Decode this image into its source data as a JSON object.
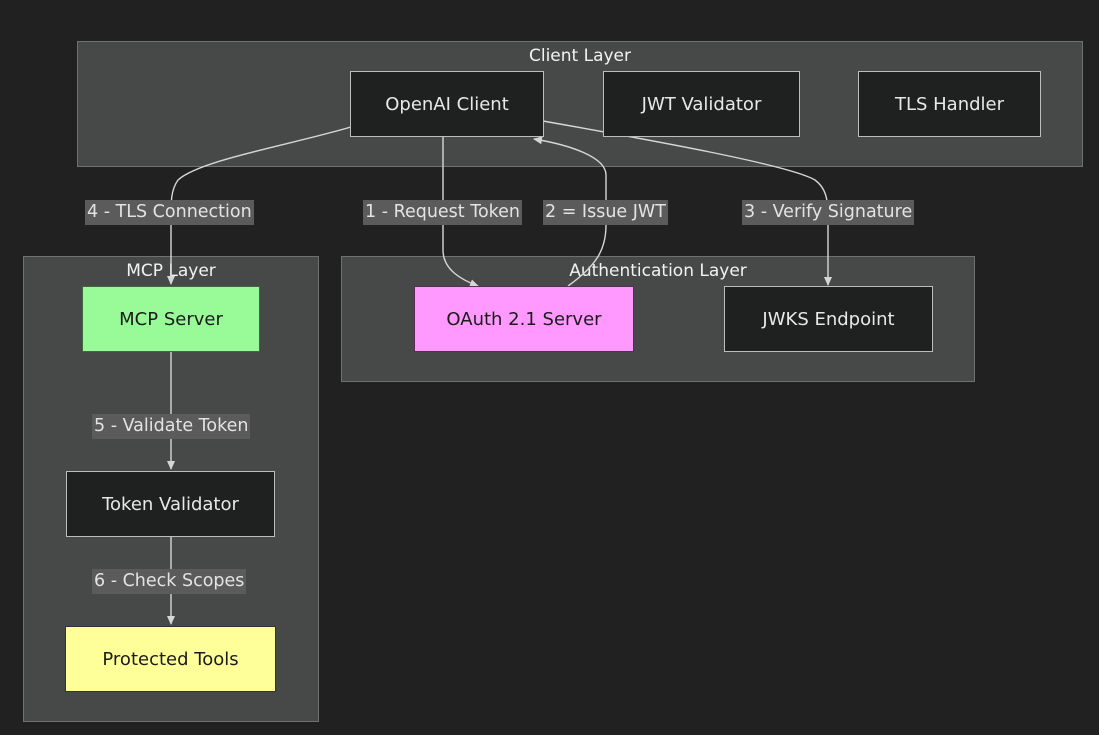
{
  "colors": {
    "background": "#212121",
    "cluster_fill": "#474948",
    "node_dark_fill": "#1f2020",
    "mcp_server_fill": "#98fb98",
    "oauth_server_fill": "#ff99ff",
    "protected_tools_fill": "#ffff99",
    "edge_stroke": "#d6d6d6"
  },
  "clusters": {
    "client": {
      "title": "Client Layer"
    },
    "mcp": {
      "title": "MCP Layer"
    },
    "auth": {
      "title": "Authentication Layer"
    }
  },
  "nodes": {
    "openai_client": "OpenAI Client",
    "jwt_validator": "JWT Validator",
    "tls_handler": "TLS Handler",
    "mcp_server": "MCP Server",
    "oauth_server": "OAuth 2.1 Server",
    "jwks_endpoint": "JWKS Endpoint",
    "token_validator": "Token Validator",
    "protected_tools": "Protected Tools"
  },
  "edges": {
    "tls_connection": "4 - TLS Connection",
    "request_token": "1 - Request Token",
    "issue_jwt": "2 = Issue JWT",
    "verify_signature": "3 - Verify Signature",
    "validate_token": "5 - Validate Token",
    "check_scopes": "6 - Check Scopes"
  }
}
